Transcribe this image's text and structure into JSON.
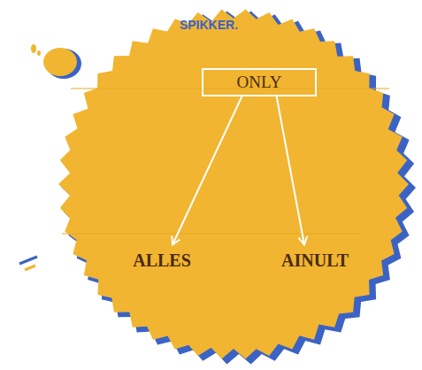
{
  "diagram": {
    "nodes": [
      {
        "text": [
          "ONLY"
        ]
      },
      {
        "text": [
          "ALLES"
        ]
      },
      {
        "text": [
          "AINULT"
        ]
      }
    ],
    "edges": [
      {
        "from": 0,
        "to": 1,
        "arrow": "to"
      },
      {
        "from": 0,
        "to": 2,
        "arrow": "to"
      }
    ],
    "labels": [
      "SPIKKER."
    ]
  }
}
